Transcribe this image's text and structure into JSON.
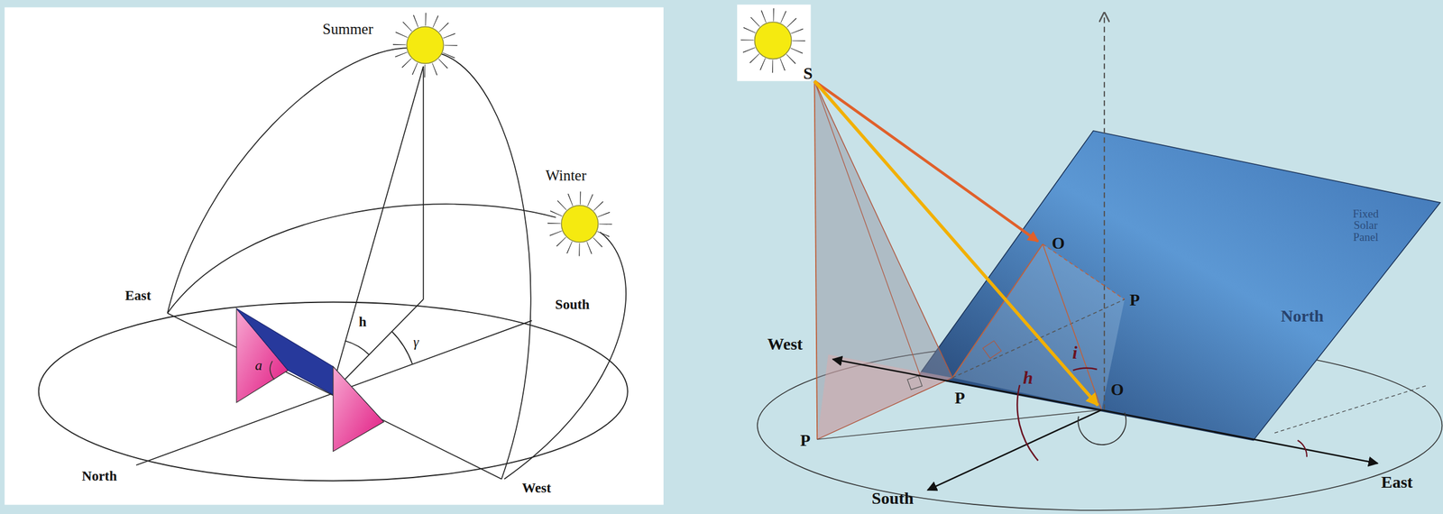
{
  "diagram": {
    "labels": [
      "Summer",
      "Winter",
      "East",
      "South",
      "h",
      "γ",
      "a",
      "North",
      "West",
      "S",
      "O",
      "P",
      "West",
      "h",
      "i",
      "O",
      "P",
      "P",
      "North",
      "Fixed Solar Panel",
      "South",
      "East"
    ]
  }
}
